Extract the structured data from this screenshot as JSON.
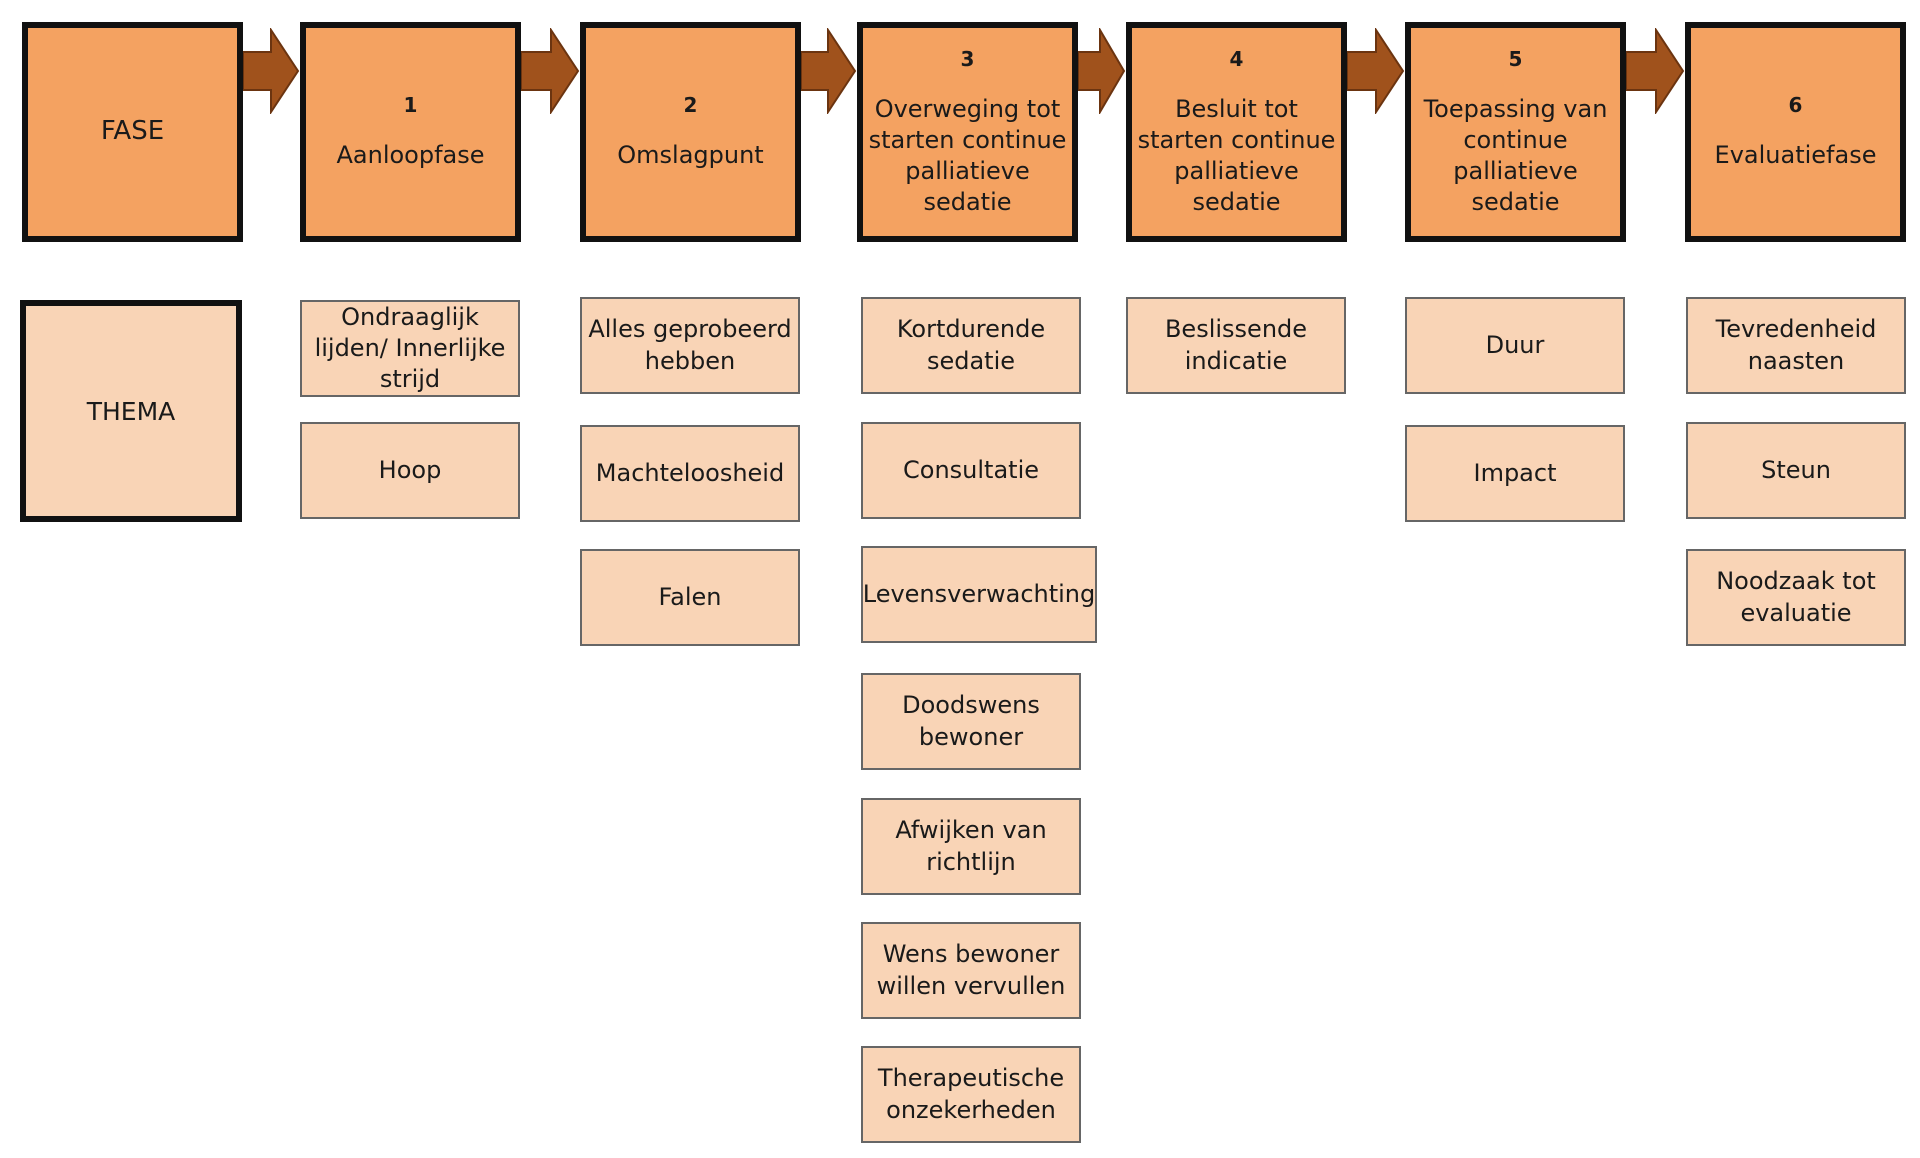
{
  "fase_label": "FASE",
  "thema_label": "THEMA",
  "phases": [
    {
      "number": "1",
      "title": "Aanloopfase"
    },
    {
      "number": "2",
      "title": "Omslagpunt"
    },
    {
      "number": "3",
      "title": "Overweging tot starten continue palliatieve sedatie"
    },
    {
      "number": "4",
      "title": "Besluit tot starten continue palliatieve sedatie"
    },
    {
      "number": "5",
      "title": "Toepassing van continue palliatieve sedatie"
    },
    {
      "number": "6",
      "title": "Evaluatiefase"
    }
  ],
  "themes": {
    "phase1": [
      "Ondraaglijk lijden/ Innerlijke strijd",
      "Hoop"
    ],
    "phase2": [
      "Alles geprobeerd hebben",
      "Machteloosheid",
      "Falen"
    ],
    "phase3": [
      "Kortdurende sedatie",
      "Consultatie",
      "Levensverwachting",
      "Doodswens bewoner",
      "Afwijken van richtlijn",
      "Wens bewoner willen vervullen",
      "Therapeutische onzekerheden"
    ],
    "phase4": [
      "Beslissende indicatie"
    ],
    "phase5": [
      "Duur",
      "Impact"
    ],
    "phase6": [
      "Tevredenheid naasten",
      "Steun",
      "Noodzaak tot evaluatie"
    ]
  },
  "colors": {
    "phase_fill": "#f4a261",
    "theme_fill": "#f9d4b6",
    "arrow_fill": "#a0521c",
    "border": "#111111"
  }
}
